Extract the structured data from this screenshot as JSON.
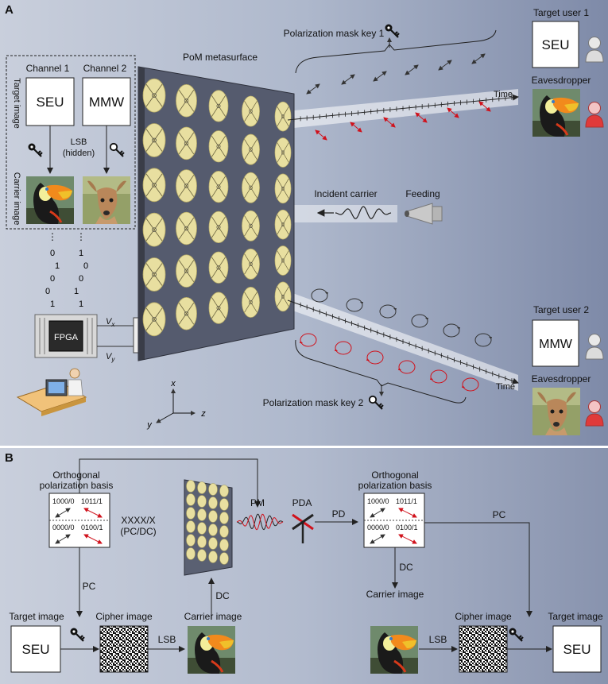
{
  "panel_a": {
    "panel_label": "A",
    "metasurface_label": "PoM metasurface",
    "channel1_label": "Channel 1",
    "channel2_label": "Channel 2",
    "target_image_side": "Target image",
    "carrier_image_side": "Carrier image",
    "box_seu": "SEU",
    "box_mmw": "MMW",
    "lsb_label": "LSB",
    "hidden_label": "(hidden)",
    "col1_bits": [
      "0",
      "1",
      "0",
      "0",
      "1"
    ],
    "col2_bits": [
      "1",
      "0",
      "0",
      "1",
      "1"
    ],
    "dots": "⋮",
    "fpga_label": "FPGA",
    "vx_label": "V",
    "vx_sub": "x",
    "vy_label": "V",
    "vy_sub": "y",
    "axis_x": "x",
    "axis_y": "y",
    "axis_z": "z",
    "key1_label": "Polarization mask key 1",
    "key2_label": "Polarization mask key 2",
    "time_label_1": "Time",
    "time_label_2": "Time",
    "incident_label": "Incident carrier",
    "feeding_label": "Feeding",
    "target_user_1": "Target user 1",
    "target_user_2": "Target user 2",
    "user1_box": "SEU",
    "user2_box": "MMW",
    "eavesdropper_1": "Eavesdropper",
    "eavesdropper_2": "Eavesdropper"
  },
  "panel_b": {
    "panel_label": "B",
    "basis_title_left_1": "Orthogonal",
    "basis_title_left_2": "polarization basis",
    "basis_title_right_1": "Orthogonal",
    "basis_title_right_2": "polarization basis",
    "basis_codes": [
      "1000/0",
      "1011/1",
      "0000/0",
      "0100/1"
    ],
    "format_label": "XXXX/X",
    "format_sub": "(PC/DC)",
    "pm_label": "PM",
    "pda_label": "PDA",
    "pd_label": "PD",
    "pc_label_left": "PC",
    "pc_label_right": "PC",
    "dc_label_mid": "DC",
    "dc_label_right": "DC",
    "target_image_left": "Target image",
    "cipher_image_left": "Cipher image",
    "carrier_image_left": "Carrier image",
    "carrier_image_right": "Carrier image",
    "cipher_image_right": "Cipher image",
    "target_image_right": "Target image",
    "seu_left": "SEU",
    "seu_right": "SEU",
    "lsb_left": "LSB",
    "lsb_right": "LSB"
  },
  "colors": {
    "background": "#b8c2d4",
    "element": "#e8dfa0",
    "red": "#d0121c",
    "dark": "#333333"
  }
}
